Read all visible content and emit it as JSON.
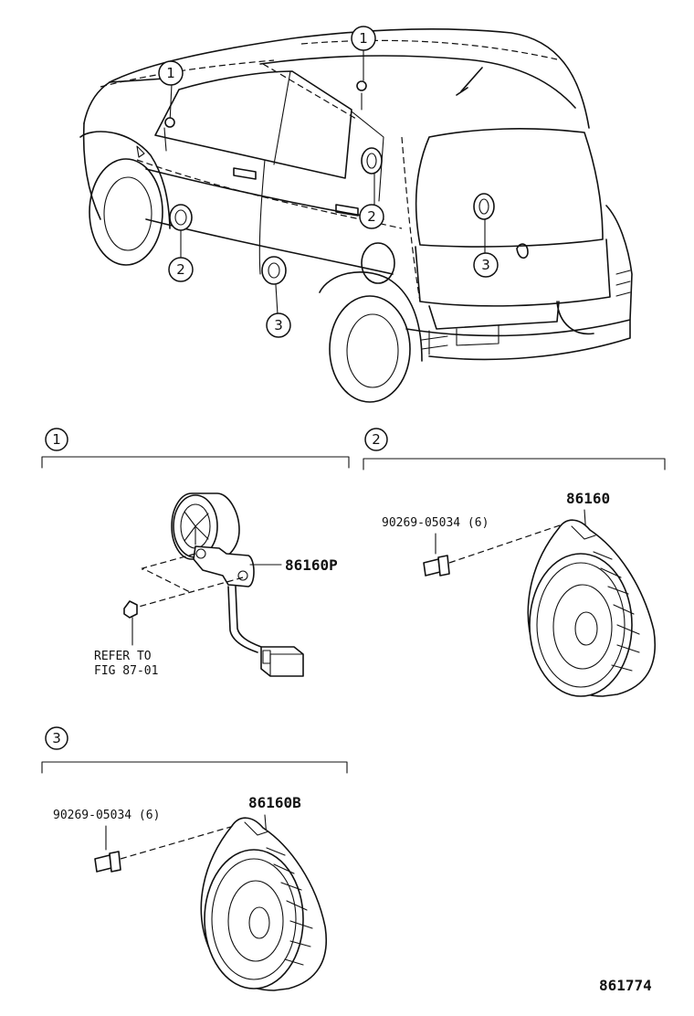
{
  "callouts": {
    "one": "1",
    "two": "2",
    "three": "3"
  },
  "section_1": {
    "number": "1",
    "part_label": "86160P",
    "note_line1": "REFER TO",
    "note_line2": "FIG 87-01"
  },
  "section_2": {
    "number": "2",
    "part_label": "86160",
    "screw_label": "90269-05034 (6)"
  },
  "section_3": {
    "number": "3",
    "part_label": "86160B",
    "screw_label": "90269-05034 (6)"
  },
  "figure_number": "861774"
}
